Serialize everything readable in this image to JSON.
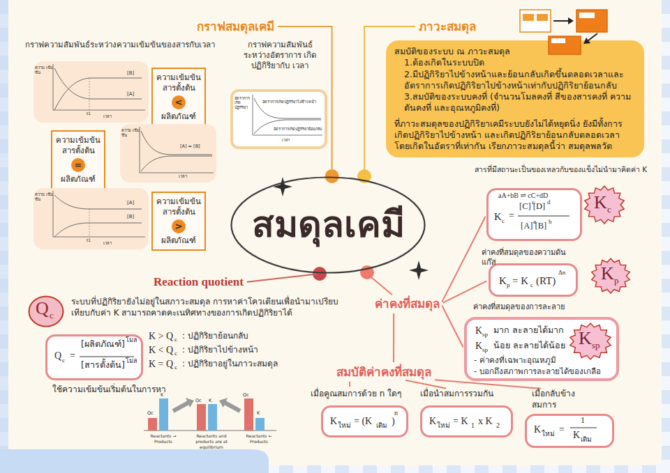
{
  "diagram": {
    "nodes": [
      {
        "text": [
          "สมดุลเคมี"
        ]
      },
      {
        "text": [
          "กราฟสมดุลเคมี"
        ]
      },
      {
        "text": [
          "ความ เข้มข้น",
          "[B]",
          "[A]",
          "t1",
          "เวลา"
        ]
      },
      {
        "text": [
          "ความเข้มข้น สารตั้งต้น",
          "<",
          "ผลิตภัณฑ์"
        ]
      },
      {
        "text": [
          "ความเข้มข้น สารตั้งต้น",
          "=",
          "ผลิตภัณฑ์"
        ]
      },
      {
        "text": [
          "ความ เข้มข้น",
          "[A] = [B]",
          "เวลา"
        ]
      },
      {
        "text": [
          "ความ เข้มข้น",
          "[A]",
          "[B]",
          "t1",
          "เวลา"
        ]
      },
      {
        "text": [
          "ความเข้มข้น สารตั้งต้น",
          ">",
          "ผลิตภัณฑ์"
        ]
      },
      {
        "text": [
          "อัตราการ เกิดปฏิกิริยา",
          "อัตราการเกิดปฏิกิริยาไปข้างหน้า",
          "อัตราการเกิดปฏิกิริยาย้อนกลับ",
          "เวลา"
        ]
      },
      {
        "text": [
          "ภาวะสมดุล"
        ]
      },
      {
        "text": [
          "สมบัติของระบบ ณ ภาวะสมดุล",
          "1.ต้องเกิดในระบบปิด",
          "2.มีปฏิกิริยาไปข้างหน้าและย้อนกลับเกิดขึ้นตลอดเวลาและอัตราการเกิดปฏิกิริยาไปข้างหน้าเท่ากับปฏิกิริยาย้อนกลับ",
          "3.สมบัติของระบบคงที่ (จำนวนโมลคงที่ สีของสารคงที่ ความดันคงที่ และอุณหภูมิคงที่)",
          "ที่ภาวะสมดุลของปฏิกิริยาเคมีระบบยังไม่ได้หยุดนิ่ง ยังมีทั้งการเกิดปฏิกิริยาไปข้างหน้า และเกิดปฏิกิริยาย้อนกลับตลอดเวลา โดยเกิดในอัตราที่เท่ากัน เรียกภาวะสมดุลนี้ว่า สมดุลพลวัต"
        ]
      },
      {
        "text": [
          "Reaction quotient"
        ]
      },
      {
        "text": [
          "Q",
          "c"
        ]
      },
      {
        "text": [
          "Q",
          "c",
          "=",
          "[ผลิตภัณฑ์]",
          "โมล",
          "[สารตั้งต้น]",
          "โมล"
        ]
      },
      {
        "text": [
          "ค่าคงที่สมดุล"
        ]
      },
      {
        "text": [
          "aA+bB ⇌ cC+dD",
          "K",
          "c",
          "=",
          "[C] [D]",
          "c",
          "d",
          "[A] [B]",
          "a",
          "b"
        ]
      },
      {
        "text": [
          "K",
          "c"
        ]
      },
      {
        "text": [
          "K",
          "p",
          "= K",
          "c",
          "(RT)",
          "Δn"
        ]
      },
      {
        "text": [
          "K",
          "p"
        ]
      },
      {
        "text": [
          "K",
          "sp",
          "มาก ละลายได้มาก",
          "K",
          "sp",
          "น้อย ละลายได้น้อย",
          "- ค่าคงที่เฉพาะอุณหภูมิ",
          "- บอกถึงสภาพการละลายได้ของเกลือ"
        ]
      },
      {
        "text": [
          "K",
          "sp"
        ],
        "in": 19
      },
      {
        "text": [
          "สมบัติค่าคงที่สมดุล"
        ]
      },
      {
        "text": [
          "เมื่อคูณสมการด้วย n ใดๆ",
          "K",
          "ใหม่",
          "= (K",
          "เดิม",
          ")",
          "n"
        ]
      },
      {
        "text": [
          "เมื่อนำสมการรวมกัน",
          "K",
          "ใหม่",
          "= K",
          "1",
          "x K",
          "2"
        ]
      },
      {
        "text": [
          "เมื่อกลับข้าง สมการ",
          "K",
          "ใหม่",
          "=",
          "1",
          "K",
          "เดิม"
        ]
      }
    ],
    "edges": [
      {
        "from": 0,
        "to": 1,
        "arrow": "none"
      },
      {
        "from": 0,
        "to": 9,
        "arrow": "none"
      },
      {
        "from": 0,
        "to": 11,
        "arrow": "none"
      },
      {
        "from": 0,
        "to": 14,
        "arrow": "none"
      },
      {
        "from": 14,
        "to": 15,
        "arrow": "none"
      },
      {
        "from": 14,
        "to": 17,
        "arrow": "none"
      },
      {
        "from": 14,
        "to": 19,
        "arrow": "none"
      },
      {
        "from": 14,
        "to": 21,
        "arrow": "none"
      },
      {
        "from": 21,
        "to": 22,
        "arrow": "none"
      },
      {
        "from": 21,
        "to": 23,
        "arrow": "none"
      },
      {
        "from": 21,
        "to": 24,
        "arrow": "none"
      }
    ],
    "labels": [
      "กราฟความสัมพันธ์ระหว่างความเข้มข้นของสารกับเวลา",
      "กราฟความสัมพันธ์ ระหว่างอัตราการ เกิดปฏิกิริยากับ เวลา",
      "สารที่มีสถานะเป็นของเหลวกับของแข็งไม่นำมาคิดค่า K",
      "ค่าคงที่สมดุลของความดันแก๊ส",
      "ค่าคงที่สมดุลของการละลาย",
      "ระบบที่ปฏิกิริยายังไม่อยู่ในสภาวะสมดุล การหาค่าโควเตียนเพื่อนำมาเปรียบเทียบกับค่า K สามารถคาดคะเนทิศทางของการเกิดปฏิกิริยาได้",
      "K > Q",
      "c",
      ": ปฏิกิริยาย้อนกลับ",
      "K < Q",
      "c",
      ": ปฏิกิริยาไปข้างหน้า",
      "K = Q",
      "c",
      ": ปฏิกิริยาอยู่ในภาวะสมดุล",
      "ใช้ความเข้มข้นเริ่มต้นในการหา",
      "Qc",
      "K",
      "Qc",
      "K",
      "Qc",
      "K",
      "Reactants → Products",
      "Reactants and products are at equilibrium",
      "Reactants ← Products"
    ]
  }
}
